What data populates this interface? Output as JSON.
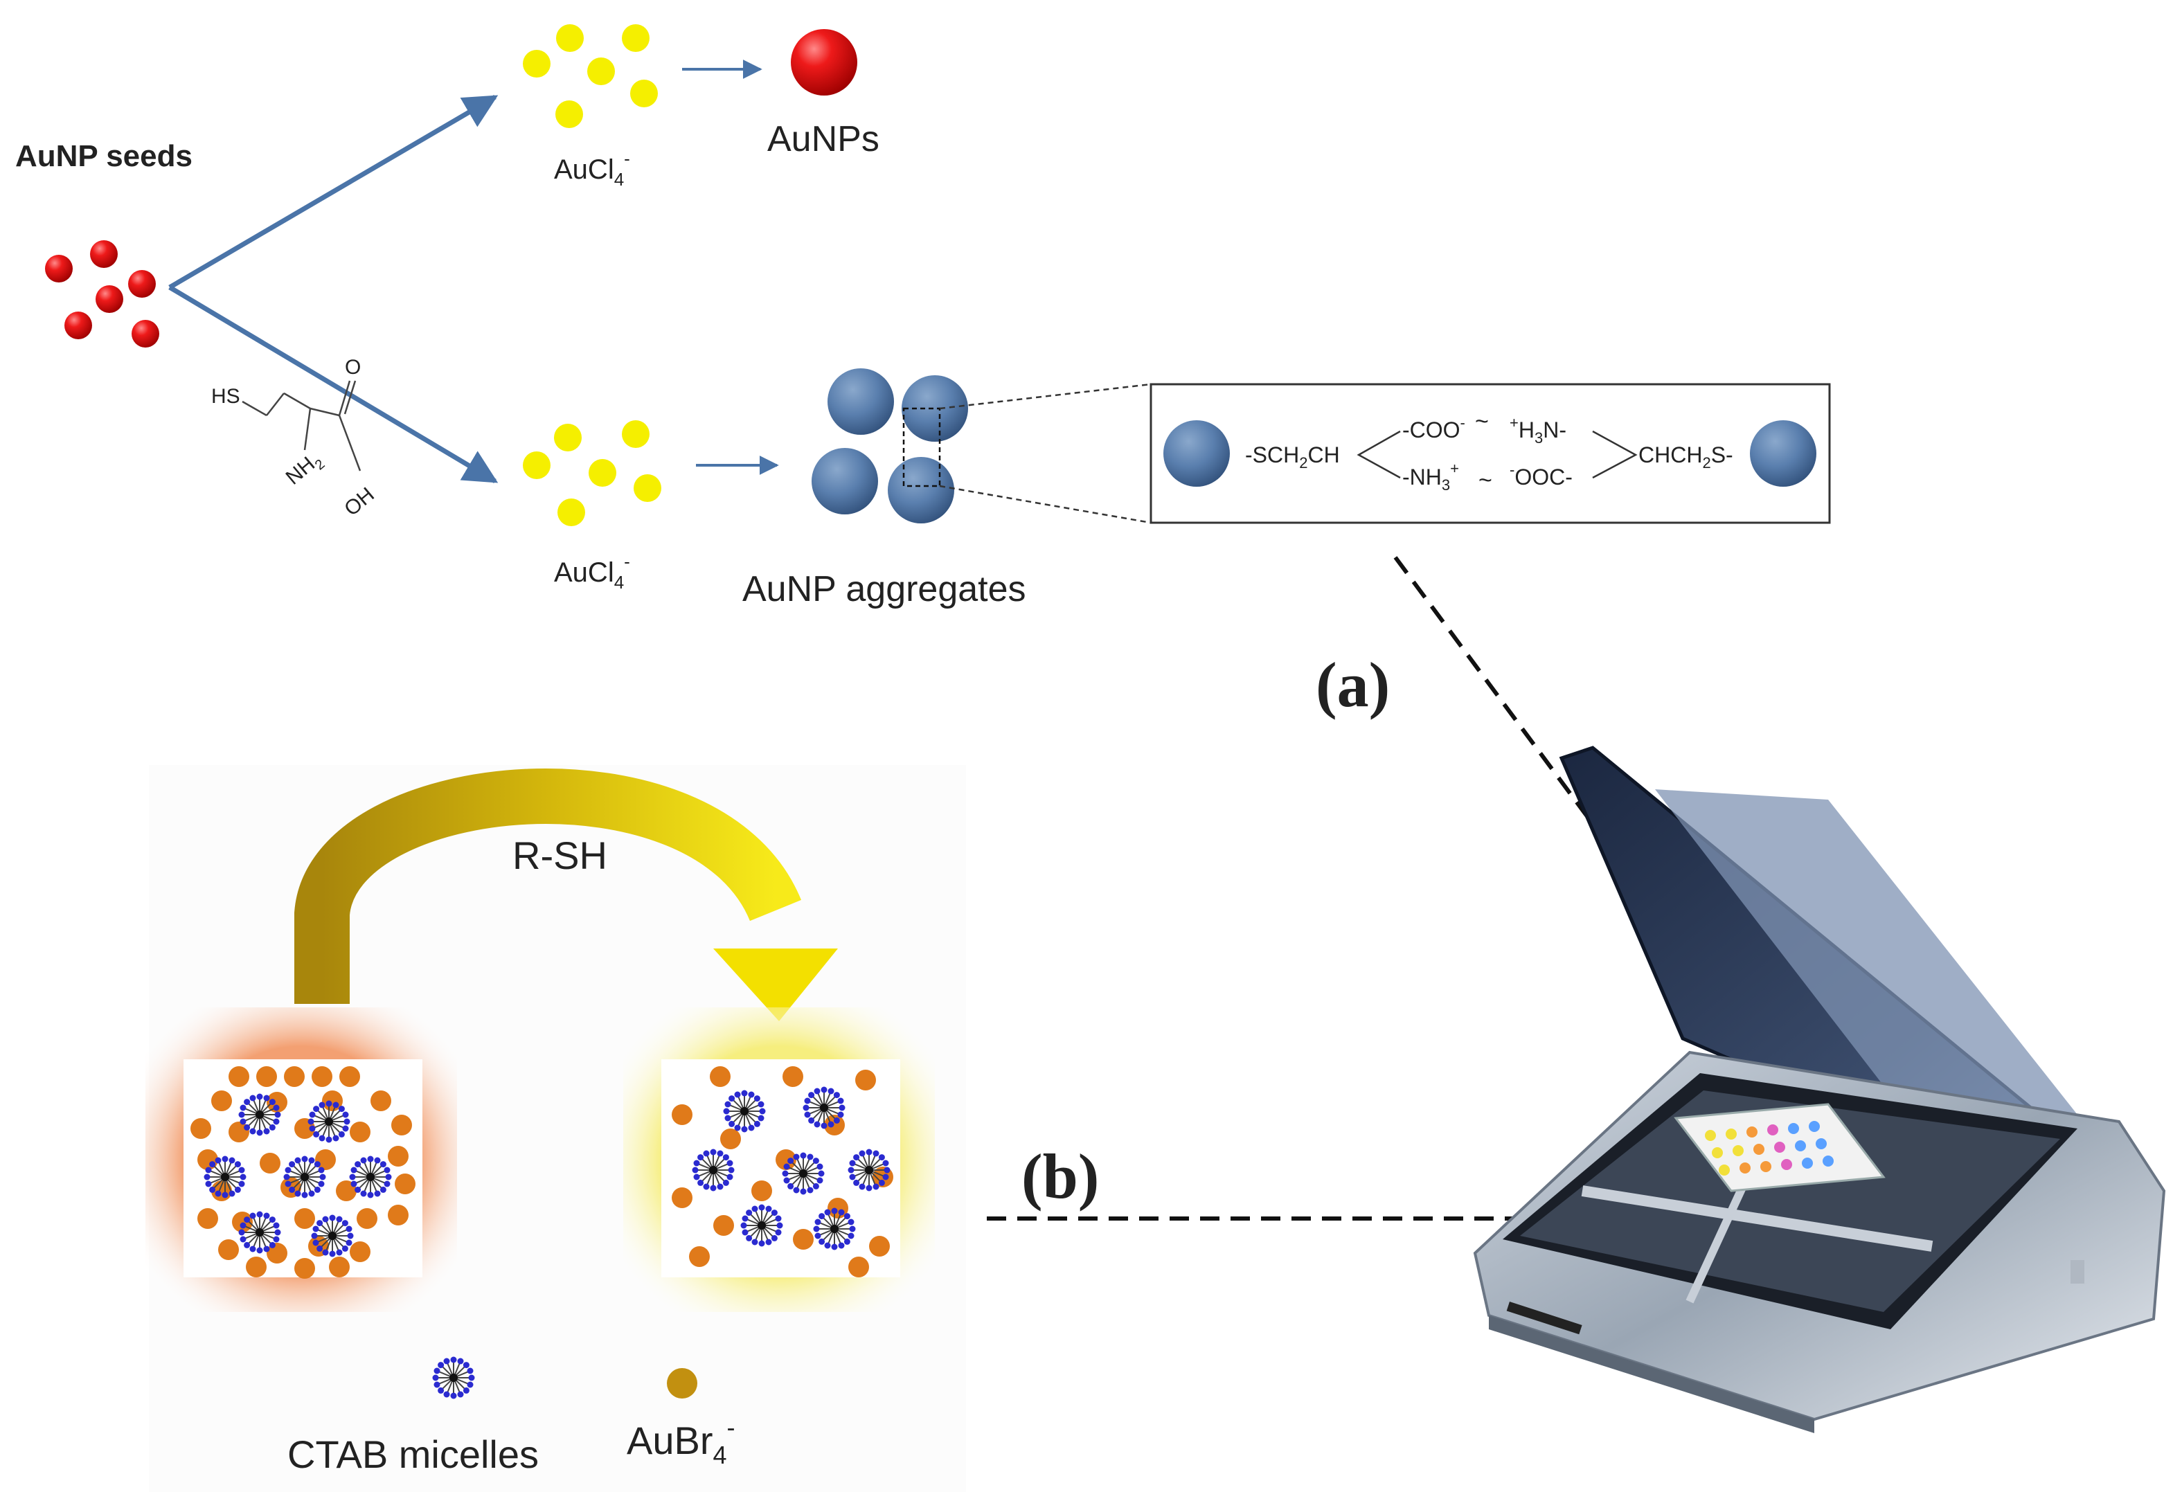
{
  "labels": {
    "seeds": "AuNP seeds",
    "aucl4_top": "AuCl",
    "aucl4_top_sub": "4",
    "aucl4_top_sup": "-",
    "aunps": "AuNPs",
    "aucl4_bottom": "AuCl",
    "aucl4_bottom_sub": "4",
    "aucl4_bottom_sup": "-",
    "aggregates": "AuNP aggregates",
    "panel_a": "(a)",
    "panel_b": "(b)",
    "rsh": "R-SH",
    "ctab": "CTAB micelles",
    "aubr4": "AuBr",
    "aubr4_sub": "4",
    "aubr4_sup": "-"
  },
  "homocysteine": {
    "hs": "HS",
    "nh2": "NH",
    "nh2_sub": "2",
    "o": "O",
    "oh": "OH"
  },
  "linkage": {
    "left_group": "-SCH",
    "left_group_sub": "2",
    "left_group_tail": "CH",
    "coo_top": "-COO",
    "coo_top_sup": "-",
    "tilde": "~",
    "nh3_bottom": "-NH",
    "nh3_bottom_sub": "3",
    "nh3_bottom_sup": "+",
    "h3n_top_sup": "+",
    "h3n_top": "H",
    "h3n_top_sub": "3",
    "h3n_top_tail": "N-",
    "ooc_bottom_sup": "-",
    "ooc_bottom": "OOC-",
    "right_group": "CHCH",
    "right_group_sub": "2",
    "right_group_tail": "S-"
  },
  "colors": {
    "seed_red": "#e01010",
    "ion_yellow": "#f5ef00",
    "aggregate_blue": "#5a7fae",
    "arrow_blue": "#4a74a8",
    "micelle_blue": "#2a2ad0",
    "aubr4_orange": "#e07a1a",
    "arrow_gold_dark": "#b89a10",
    "arrow_gold_light": "#f3e000"
  },
  "icons": {
    "scanner": "flatbed-scanner-icon"
  }
}
